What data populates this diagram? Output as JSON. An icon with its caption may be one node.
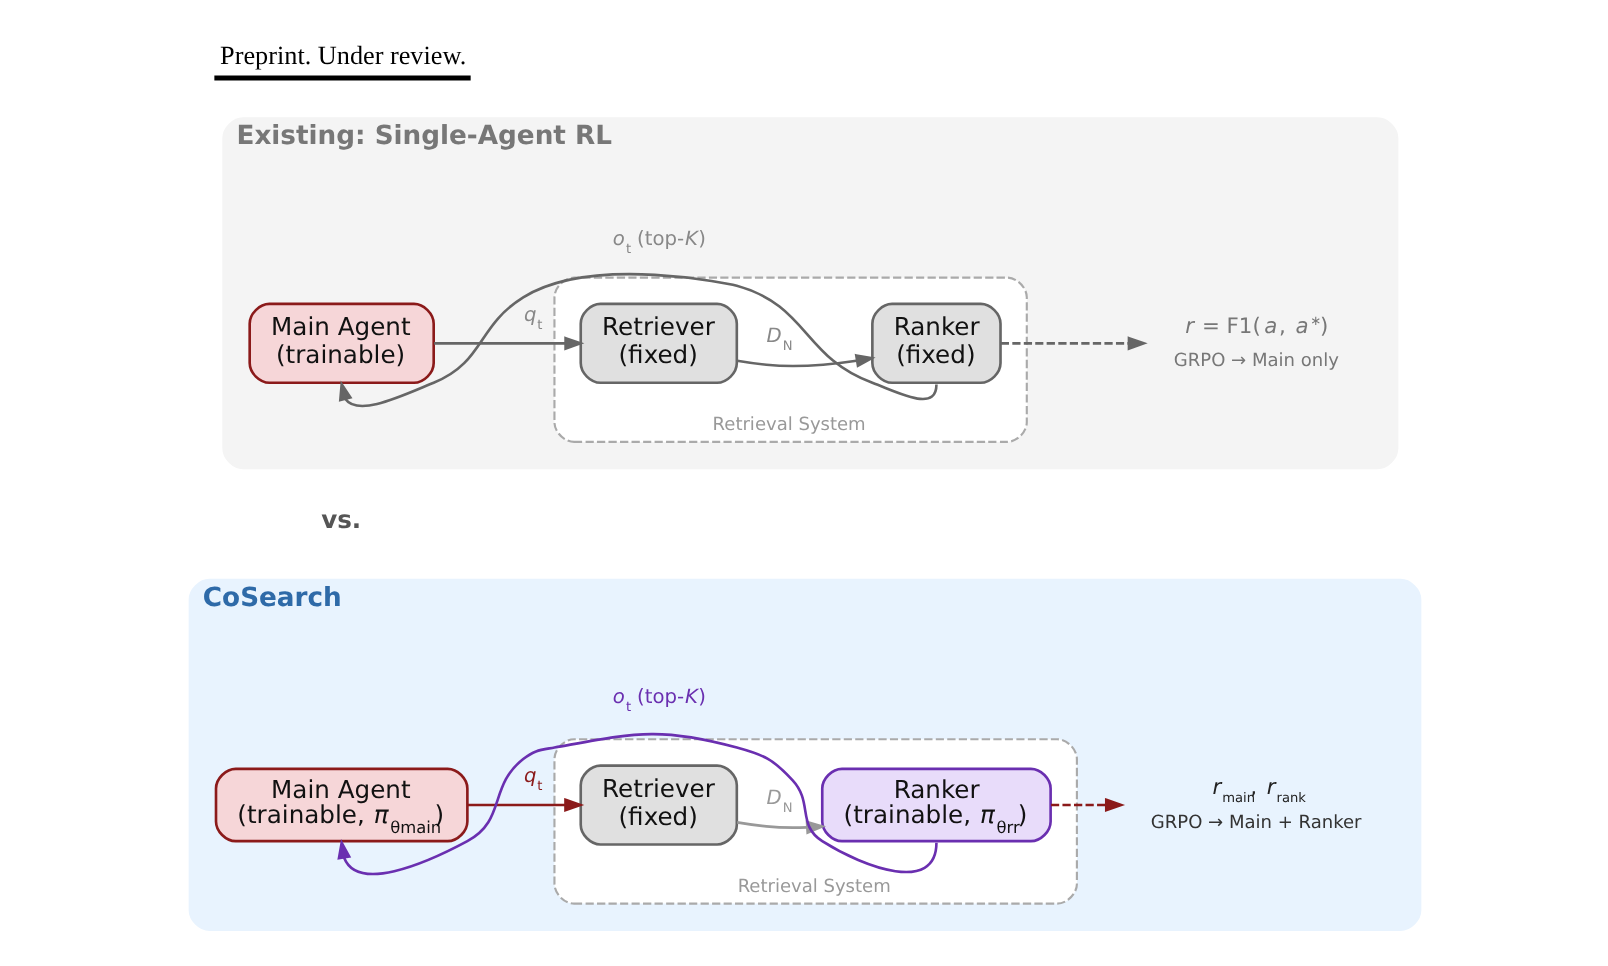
{
  "diagram": {
    "nodes": [
      {
        "text": [
          "Existing: Single-Agent RL"
        ]
      },
      {
        "text": [
          "Main Agent",
          "(trainable)"
        ],
        "in": 0
      },
      {
        "text": [
          "Retrieval System"
        ],
        "in": 0
      },
      {
        "text": [
          "Retriever",
          "(fixed)"
        ],
        "in": 2
      },
      {
        "text": [
          "Ranker",
          "(fixed)"
        ],
        "in": 2
      },
      {
        "text": [
          "*r* = F1(*a*, *a*$^{∗}$)"
        ],
        "beside": [
          "GRPO → Main only"
        ],
        "in": 0
      },
      {
        "text": [
          "CoSearch"
        ]
      },
      {
        "text": [
          "Main Agent",
          "(trainable, *π*$_{θmain}$)"
        ],
        "in": 6
      },
      {
        "text": [
          "Retrieval System"
        ],
        "in": 6
      },
      {
        "text": [
          "Retriever",
          "(fixed)"
        ],
        "in": 8
      },
      {
        "text": [
          "Ranker",
          "(trainable, *π*$_{θrr}$)"
        ],
        "in": 8
      },
      {
        "text": [
          "*r*$_{main}$, *r*$_{rank}$"
        ],
        "beside": [
          "GRPO → Main + Ranker"
        ],
        "in": 6
      }
    ],
    "edges": [
      {
        "from": 1,
        "to": 3,
        "arrow": "to",
        "label": "*q*$_{t}$"
      },
      {
        "from": 3,
        "to": 4,
        "arrow": "to",
        "label": "*D*$_{N}$"
      },
      {
        "from": 4,
        "to": 5,
        "arrow": "to",
        "style": "dashed"
      },
      {
        "from": 4,
        "to": 1,
        "arrow": "to",
        "label": "*o*$_{t}$ (top-*K*)"
      },
      {
        "from": 7,
        "to": 9,
        "arrow": "to",
        "label": "*q*$_{t}$",
        "color": "#8b1a1a"
      },
      {
        "from": 9,
        "to": 10,
        "arrow": "to",
        "label": "*D*$_{N}$",
        "color": "#999999"
      },
      {
        "from": 10,
        "to": 11,
        "arrow": "to",
        "style": "dashed",
        "color": "#8b1a1a"
      },
      {
        "from": 10,
        "to": 7,
        "arrow": "to",
        "label": "*o*$_{t}$ (top-*K*)",
        "color": "#6a2fb0"
      }
    ],
    "labels": [
      "Preprint. Under review.",
      "vs."
    ]
  }
}
